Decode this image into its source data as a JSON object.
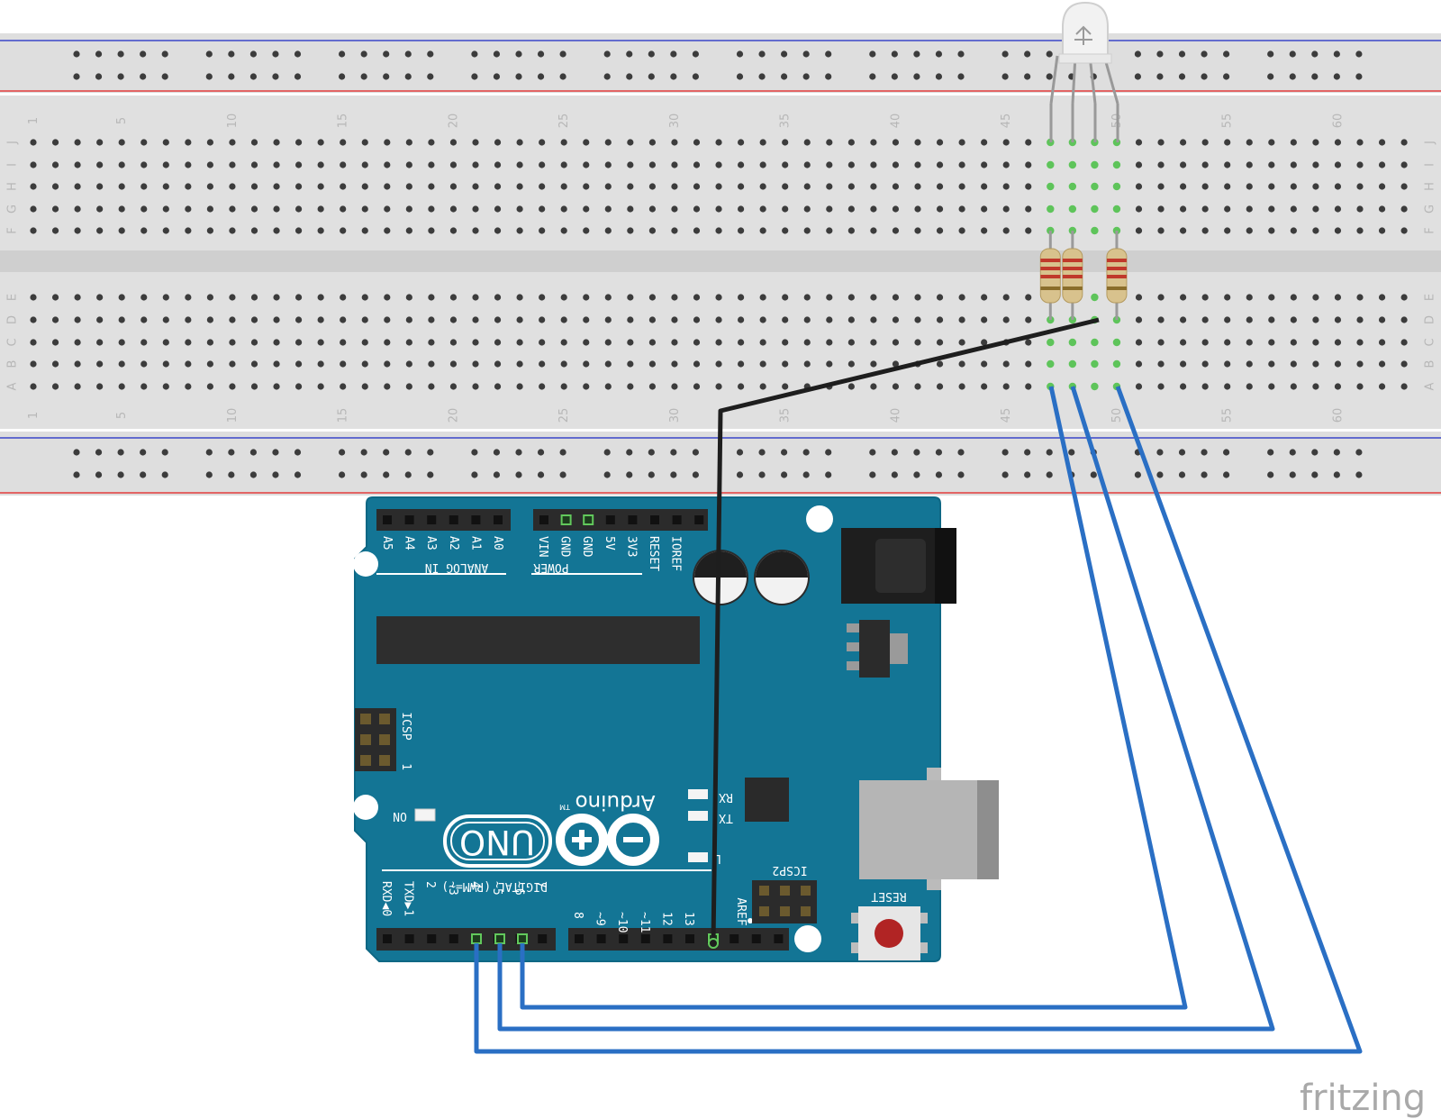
{
  "breadboard": {
    "column_numbers": [
      "1",
      "5",
      "10",
      "15",
      "20",
      "25",
      "30",
      "35",
      "40",
      "45",
      "50",
      "55",
      "60"
    ],
    "top_rows": [
      "J",
      "I",
      "H",
      "G",
      "F"
    ],
    "bottom_rows": [
      "E",
      "D",
      "C",
      "B",
      "A"
    ]
  },
  "arduino": {
    "analog_header": "ANALOG IN",
    "analog_pins": [
      "A5",
      "A4",
      "A3",
      "A2",
      "A1",
      "A0"
    ],
    "power_header": "POWER",
    "power_pins": [
      "VIN",
      "GND",
      "GND",
      "5V",
      "3V3",
      "RESET",
      "IOREF"
    ],
    "icsp": "ICSP",
    "icsp_one": "1",
    "rx": "RX",
    "tx": "TX",
    "l": "L",
    "on": "ON",
    "brand": "Arduino",
    "tm": "TM",
    "model": "UNO",
    "digital_header": "DIGITAL (PWM=~)",
    "digital_pins_low": [
      "RXD◀0",
      "TXD▶1",
      "2",
      "~3",
      "4",
      "~5",
      "~6",
      "7"
    ],
    "digital_pins_high": [
      "8",
      "~9",
      "~10",
      "~11",
      "12",
      "13"
    ],
    "aref": "AREF",
    "icsp2": "ICSP2",
    "reset": "RESET"
  },
  "watermark": "fritzing",
  "colors": {
    "board": "#137595",
    "board_dark": "#0e5f7a",
    "breadboard": "#dcdcdc",
    "wire_gnd": "#1e1e1e",
    "wire_signal": "#2a6fc4",
    "highlight": "#62c95c",
    "rail_red": "#e33b3b",
    "rail_blue": "#3a47c9"
  }
}
